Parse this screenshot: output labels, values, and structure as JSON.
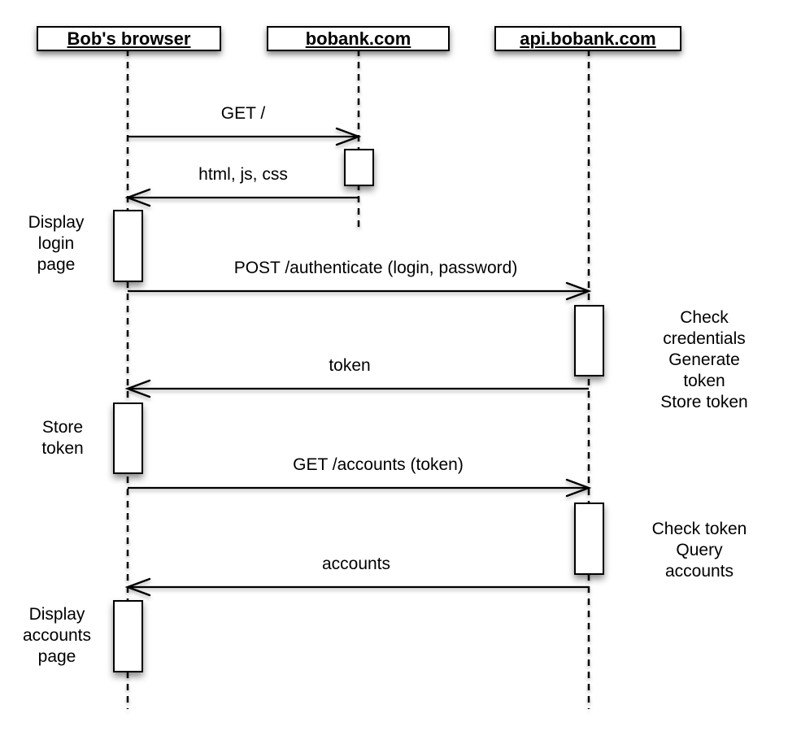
{
  "diagram_type": "uml-sequence",
  "colors": {
    "line": "#000000",
    "background": "#ffffff",
    "box_fill": "#ffffff"
  },
  "actors": [
    {
      "label": "Bob's browser"
    },
    {
      "label": "bobank.com"
    },
    {
      "label": "api.bobank.com"
    }
  ],
  "messages": [
    {
      "label": "GET /",
      "from": "Bob's browser",
      "to": "bobank.com",
      "direction": "right"
    },
    {
      "label": "html, js, css",
      "from": "bobank.com",
      "to": "Bob's browser",
      "direction": "left"
    },
    {
      "label": "POST /authenticate (login, password)",
      "from": "Bob's browser",
      "to": "api.bobank.com",
      "direction": "right"
    },
    {
      "label": "token",
      "from": "api.bobank.com",
      "to": "Bob's browser",
      "direction": "left"
    },
    {
      "label": "GET /accounts (token)",
      "from": "Bob's browser",
      "to": "api.bobank.com",
      "direction": "right"
    },
    {
      "label": "accounts",
      "from": "api.bobank.com",
      "to": "Bob's browser",
      "direction": "left"
    }
  ],
  "notes": [
    {
      "actor": "Bob's browser",
      "side": "left",
      "text": "Display\nlogin\npage"
    },
    {
      "actor": "api.bobank.com",
      "side": "right",
      "text": "Check credentials\nGenerate token\nStore token"
    },
    {
      "actor": "Bob's browser",
      "side": "left",
      "text": "Store\ntoken"
    },
    {
      "actor": "api.bobank.com",
      "side": "right",
      "text": "Check token\nQuery accounts"
    },
    {
      "actor": "Bob's browser",
      "side": "left",
      "text": "Display\naccounts\npage"
    }
  ]
}
